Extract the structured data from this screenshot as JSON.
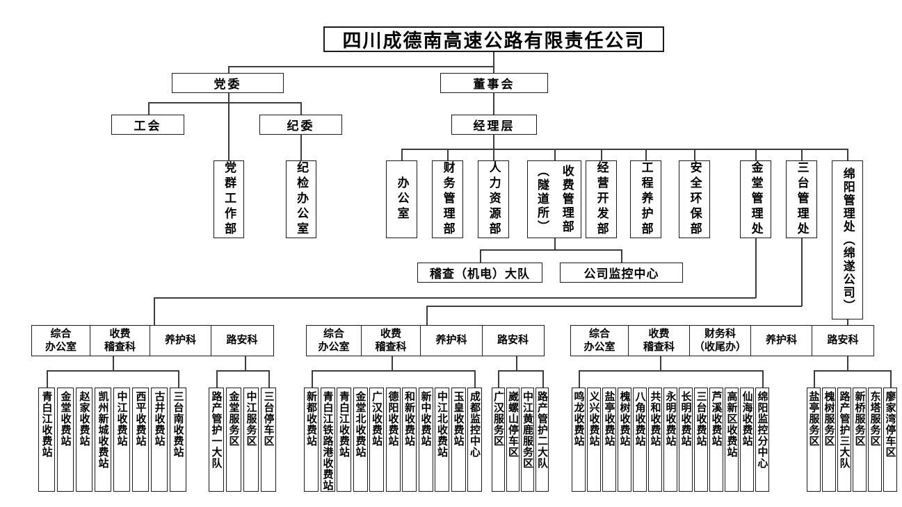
{
  "company": {
    "name": "四川成德南高速公路有限责任公司"
  },
  "governance": {
    "party_committee": "党委",
    "board_of_directors": "董事会",
    "labor_union": "工会",
    "discipline_committee": "纪委",
    "management_level": "经理层",
    "party_mass_work_dept": "党群工作部",
    "discipline_inspection_office": "纪检办公室"
  },
  "departments": [
    {
      "label": "办公室"
    },
    {
      "label": "财务管理部"
    },
    {
      "label": "人力资源部"
    },
    {
      "label": "收费管理部",
      "label2": "（隧道所）"
    },
    {
      "label": "经营开发部"
    },
    {
      "label": "工程养护部"
    },
    {
      "label": "安全环保部"
    },
    {
      "label": "金堂管理处"
    },
    {
      "label": "三台管理处"
    },
    {
      "label": "绵阳管理处（绵遂公司）"
    }
  ],
  "toll_dept_children": {
    "inspection_brigade": "稽查（机电）大队",
    "company_monitoring_center": "公司监控中心"
  },
  "sections": [
    {
      "departments": [
        {
          "line1": "综合",
          "line2": "办公室"
        },
        {
          "line1": "收费",
          "line2": "稽查科"
        },
        {
          "line1": "养护科"
        },
        {
          "line1": "路安科"
        }
      ],
      "toll_children": [
        "青白江收费站",
        "金堂收费站",
        "赵家收费站",
        "凯州新城收费站",
        "中江收费站",
        "西平收费站",
        "古井收费站",
        "三台南收费站"
      ],
      "road_children": [
        "路产管护一大队",
        "金堂服务区",
        "中江服务区",
        "三台停车区"
      ]
    },
    {
      "departments": [
        {
          "line1": "综合",
          "line2": "办公室"
        },
        {
          "line1": "收费",
          "line2": "稽查科"
        },
        {
          "line1": "养护科"
        },
        {
          "line1": "路安科"
        }
      ],
      "toll_children": [
        "新都收费站",
        "青白江铁路港收费站",
        "青白江收费站",
        "金堂北收费站",
        "广汉收费站",
        "德阳收费站",
        "和新收费站",
        "新中收费站",
        "中江北收费站",
        "玉皇收费站",
        "成都监控中心"
      ],
      "road_children": [
        "广汉服务区",
        "崴螺山停车区",
        "中江黄鹿服务区",
        "路产管护二大队"
      ]
    },
    {
      "departments": [
        {
          "line1": "综合",
          "line2": "办公室"
        },
        {
          "line1": "收费",
          "line2": "稽查科"
        },
        {
          "line1": "财务科",
          "line2": "（收尾办）"
        },
        {
          "line1": "养护科"
        },
        {
          "line1": "路安科"
        }
      ],
      "toll_children": [
        "鸣龙收费站",
        "义兴收费站",
        "盐亭收费站",
        "槐树收费站",
        "八角收费站",
        "共和收费站",
        "永明收费站",
        "长明收费站",
        "三台收费站",
        "芦溪收费站",
        "高新区收费站",
        "仙海收费站",
        "绵阳监控分中心"
      ],
      "road_children": [
        "盐亭服务区",
        "槐树服务区",
        "路产管护三大队",
        "新桥服务区",
        "东塔服务区",
        "廖家湾停车区"
      ]
    }
  ]
}
